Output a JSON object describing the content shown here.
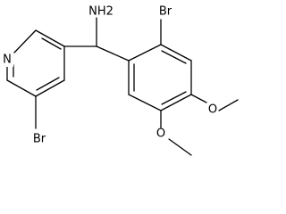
{
  "molecule": {
    "atoms": {
      "amine": "NH2",
      "pyridine_nitrogen": "N",
      "bromo_pyridine": "Br",
      "bromo_aryl": "Br",
      "methoxy_upper_oxygen": "O",
      "methoxy_lower_oxygen": "O"
    }
  }
}
